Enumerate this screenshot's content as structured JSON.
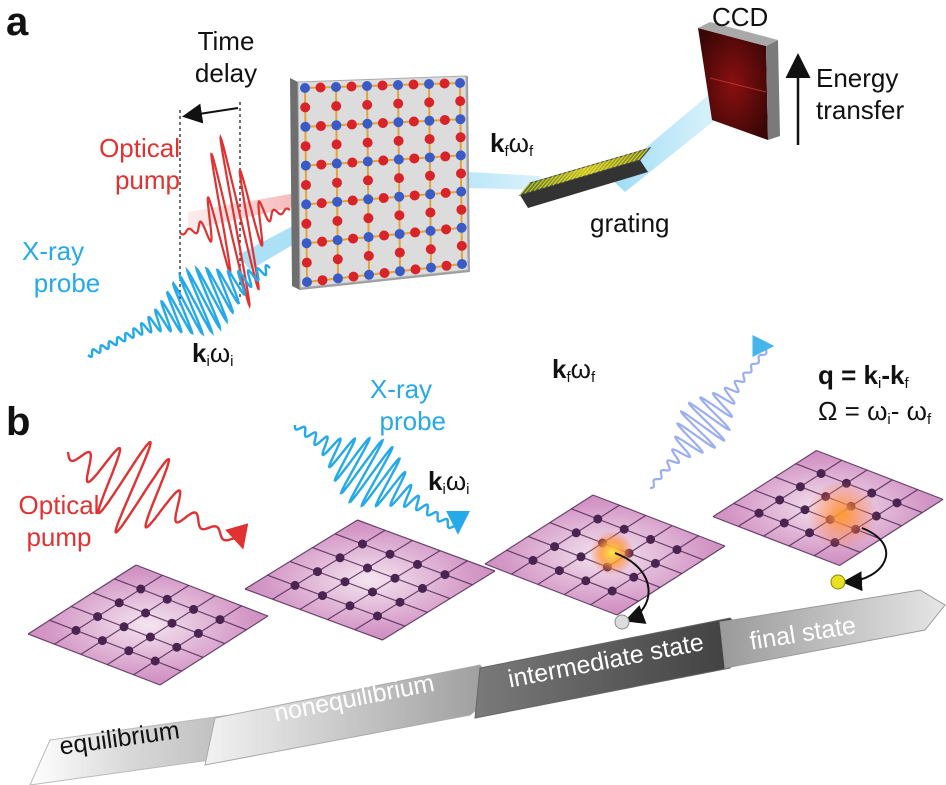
{
  "panels": {
    "a": "a",
    "b": "b"
  },
  "panel_a": {
    "time_delay": [
      "Time",
      "delay"
    ],
    "optical_pump": [
      "Optical",
      "pump"
    ],
    "xray_probe": [
      "X-ray",
      "probe"
    ],
    "ccd": "CCD",
    "energy_transfer": [
      "Energy",
      "transfer"
    ],
    "grating": "grating",
    "kf_omega_f": {
      "k": "k",
      "k_sub": "f",
      "omega": "ω",
      "omega_sub": "f"
    },
    "ki_omega_i": {
      "k": "k",
      "k_sub": "i",
      "omega": "ω",
      "omega_sub": "i"
    }
  },
  "panel_b": {
    "optical_pump": [
      "Optical",
      "pump"
    ],
    "xray_probe": [
      "X-ray",
      "probe"
    ],
    "ki_omega_i": {
      "k": "k",
      "k_sub": "i",
      "omega": "ω",
      "omega_sub": "i"
    },
    "kf_omega_f": {
      "k": "k",
      "k_sub": "f",
      "omega": "ω",
      "omega_sub": "f"
    },
    "q_eq": {
      "q": "q",
      "eq": " = ",
      "k1": "k",
      "k1_sub": "i",
      "minus": "-",
      "k2": "k",
      "k2_sub": "f"
    },
    "omega_eq": {
      "Omega": "Ω",
      "eq": " = ",
      "w1": "ω",
      "w1_sub": "i",
      "minus": "- ",
      "w2": "ω",
      "w2_sub": "f"
    },
    "stages": [
      "equilibrium",
      "nonequilibrium",
      "intermediate state",
      "final state"
    ]
  },
  "colors": {
    "pump_red": "#e03232",
    "probe_blue": "#25a9e8",
    "lattice_red_atom": "#d8232a",
    "lattice_blue_atom": "#3a5bc7",
    "surface_pink": "#c880b4",
    "atom_dark": "#4a2450"
  }
}
